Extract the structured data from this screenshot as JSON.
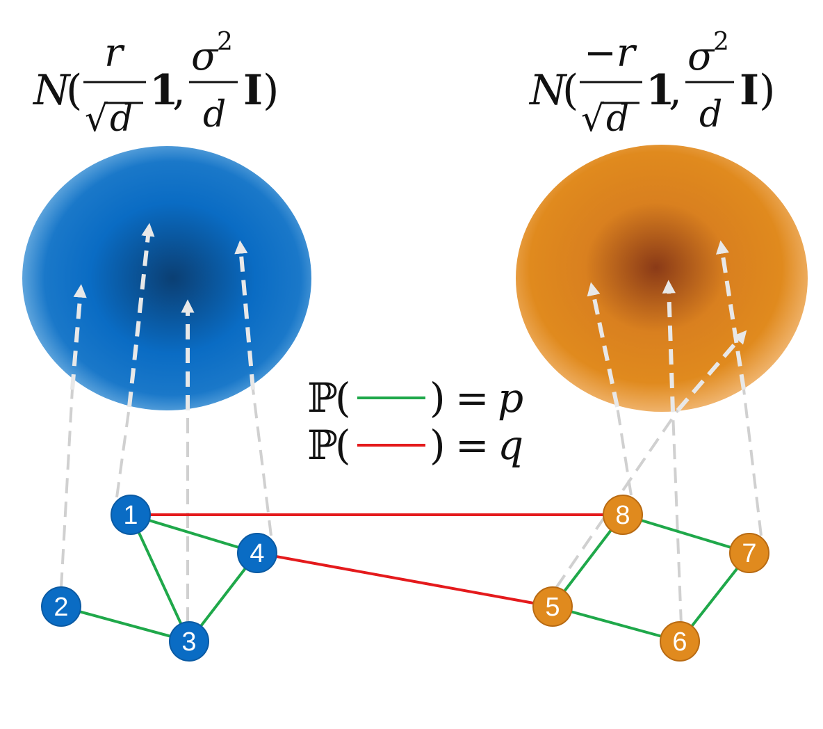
{
  "formulas": {
    "left": {
      "N": "N",
      "open": "(",
      "num": "r",
      "sqrt": "√",
      "den": "d",
      "one": "1",
      "comma": ",",
      "sigma": "σ",
      "sup": "2",
      "den2": "d",
      "I": "I",
      "close": ")"
    },
    "right": {
      "N": "N",
      "open": "(",
      "num": "−r",
      "sqrt": "√",
      "den": "d",
      "one": "1",
      "comma": ",",
      "sigma": "σ",
      "sup": "2",
      "den2": "d",
      "I": "I",
      "close": ")"
    }
  },
  "legend": {
    "green": {
      "P": "ℙ",
      "open": "(",
      "close": ")",
      "eq": "=",
      "value": "p",
      "color": "#1fa84a"
    },
    "red": {
      "P": "ℙ",
      "open": "(",
      "close": ")",
      "eq": "=",
      "value": "q",
      "color": "#e41a1c"
    }
  },
  "colors": {
    "blue_community": "#0a6cc4",
    "orange_community": "#e08a1e",
    "intra_edge": "#1fa84a",
    "inter_edge": "#e41a1c"
  },
  "nodes": [
    {
      "id": "1",
      "community": "blue"
    },
    {
      "id": "2",
      "community": "blue"
    },
    {
      "id": "3",
      "community": "blue"
    },
    {
      "id": "4",
      "community": "blue"
    },
    {
      "id": "5",
      "community": "orange"
    },
    {
      "id": "6",
      "community": "orange"
    },
    {
      "id": "7",
      "community": "orange"
    },
    {
      "id": "8",
      "community": "orange"
    }
  ],
  "edges": [
    {
      "from": "1",
      "to": "3",
      "type": "green"
    },
    {
      "from": "1",
      "to": "4",
      "type": "green"
    },
    {
      "from": "2",
      "to": "3",
      "type": "green"
    },
    {
      "from": "3",
      "to": "4",
      "type": "green"
    },
    {
      "from": "5",
      "to": "8",
      "type": "green"
    },
    {
      "from": "8",
      "to": "7",
      "type": "green"
    },
    {
      "from": "7",
      "to": "6",
      "type": "green"
    },
    {
      "from": "5",
      "to": "6",
      "type": "green"
    },
    {
      "from": "1",
      "to": "8",
      "type": "red"
    },
    {
      "from": "4",
      "to": "5",
      "type": "red"
    }
  ]
}
